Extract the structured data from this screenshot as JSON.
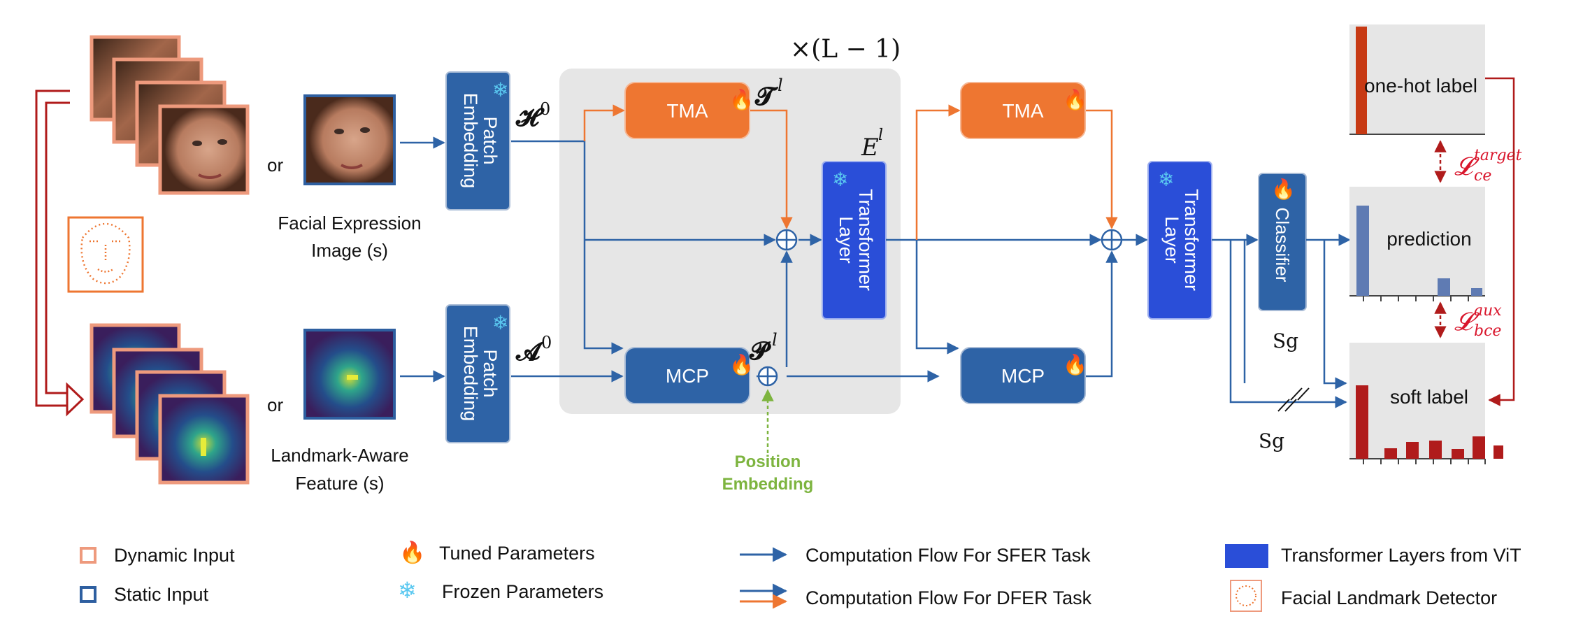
{
  "repeat_label": "×(L − 1)",
  "inputs": {
    "or_top": "or",
    "or_bottom": "or",
    "image_caption_1": "Facial Expression",
    "image_caption_2": "Image (s)",
    "feature_caption_1": "Landmark-Aware",
    "feature_caption_2": "Feature (s)"
  },
  "blocks": {
    "patch_embedding_1": "Patch",
    "patch_embedding_2": "Embedding",
    "tma": "TMA",
    "mcp": "MCP",
    "transformer_1": "Transformer",
    "transformer_2": "Layer",
    "classifier": "Classifier",
    "position_1": "Position",
    "position_2": "Embedding"
  },
  "symbols": {
    "h0": "𝓗",
    "h0_sup": "0",
    "a0": "𝓐",
    "a0_sup": "0",
    "t": "𝓣",
    "t_sup": "l",
    "p": "𝓟",
    "p_sup": "l",
    "e": "E",
    "e_sup": "l",
    "sg_top": "Sg",
    "sg_bottom": "Sg"
  },
  "outputs": {
    "one_hot": "one-hot label",
    "prediction": "prediction",
    "soft_label": "soft label",
    "loss_target_main": "𝓛",
    "loss_target_sub": "ce",
    "loss_target_sup": "target",
    "loss_aux_main": "𝓛",
    "loss_aux_sub": "bce",
    "loss_aux_sup": "aux"
  },
  "legend": {
    "dynamic": "Dynamic Input",
    "static": "Static Input",
    "tuned": "Tuned Parameters",
    "frozen": "Frozen Parameters",
    "sfer": "Computation Flow For SFER Task",
    "dfer": "Computation Flow For DFER Task",
    "vit": "Transformer Layers from ViT",
    "landmark": "Facial Landmark Detector"
  },
  "colors": {
    "blue_block": "#2e63a6",
    "vit_block": "#2a4ed8",
    "orange_block": "#ee7631",
    "dynamic_border": "#ee9a7d",
    "static_border": "#2e5fa0",
    "flow_blue": "#2e63a6",
    "flow_orange": "#ee7631",
    "dark_red": "#b01b1b",
    "loss_red": "#d9152b",
    "gray_panel": "#e6e6e6",
    "position_green": "#7db43f"
  }
}
